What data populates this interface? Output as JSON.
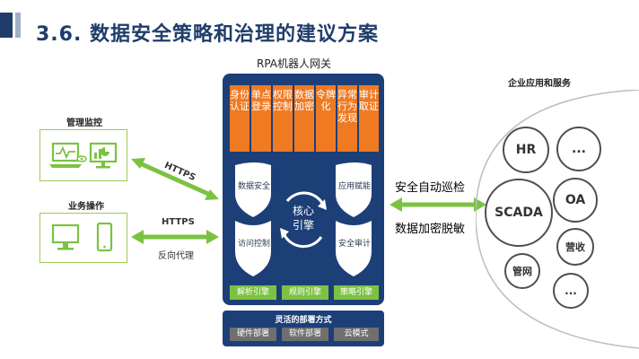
{
  "header": {
    "title": "3.6. 数据安全策略和治理的建议方案"
  },
  "left": {
    "monitor_label": "管理监控",
    "ops_label": "业务操作",
    "https_top": "HTTPS",
    "https_mid": "HTTPS",
    "reverse_proxy": "反向代理"
  },
  "center": {
    "title": "RPA机器人网关",
    "orange_tags": [
      "身份认证",
      "单点登录",
      "权限控制",
      "数据加密",
      "令牌化",
      "异常行为发现",
      "审计取证"
    ],
    "shields": {
      "top_left": "数据安全",
      "top_right": "应用赋能",
      "bottom_left": "访问控制",
      "bottom_right": "安全审计"
    },
    "core": {
      "line1": "核心",
      "line2": "引擎"
    },
    "engines": [
      "解析引擎",
      "规则引擎",
      "策略引擎"
    ],
    "deploy_title": "灵活的部署方式",
    "deploy_options": [
      "硬件部署",
      "软件部署",
      "云模式"
    ]
  },
  "middle": {
    "patrol": "安全自动巡检",
    "encrypt_mask": "数据加密脱敏"
  },
  "right": {
    "title": "企业应用和服务",
    "services": {
      "hr": "HR",
      "more_top": "...",
      "scada": "SCADA",
      "oa": "OA",
      "revenue": "营收",
      "pipe": "管网",
      "more_bottom": "..."
    }
  },
  "colors": {
    "navy": "#1d3f78",
    "orange": "#ef7a22",
    "green": "#7cc242",
    "gray": "#6f6f6f"
  }
}
